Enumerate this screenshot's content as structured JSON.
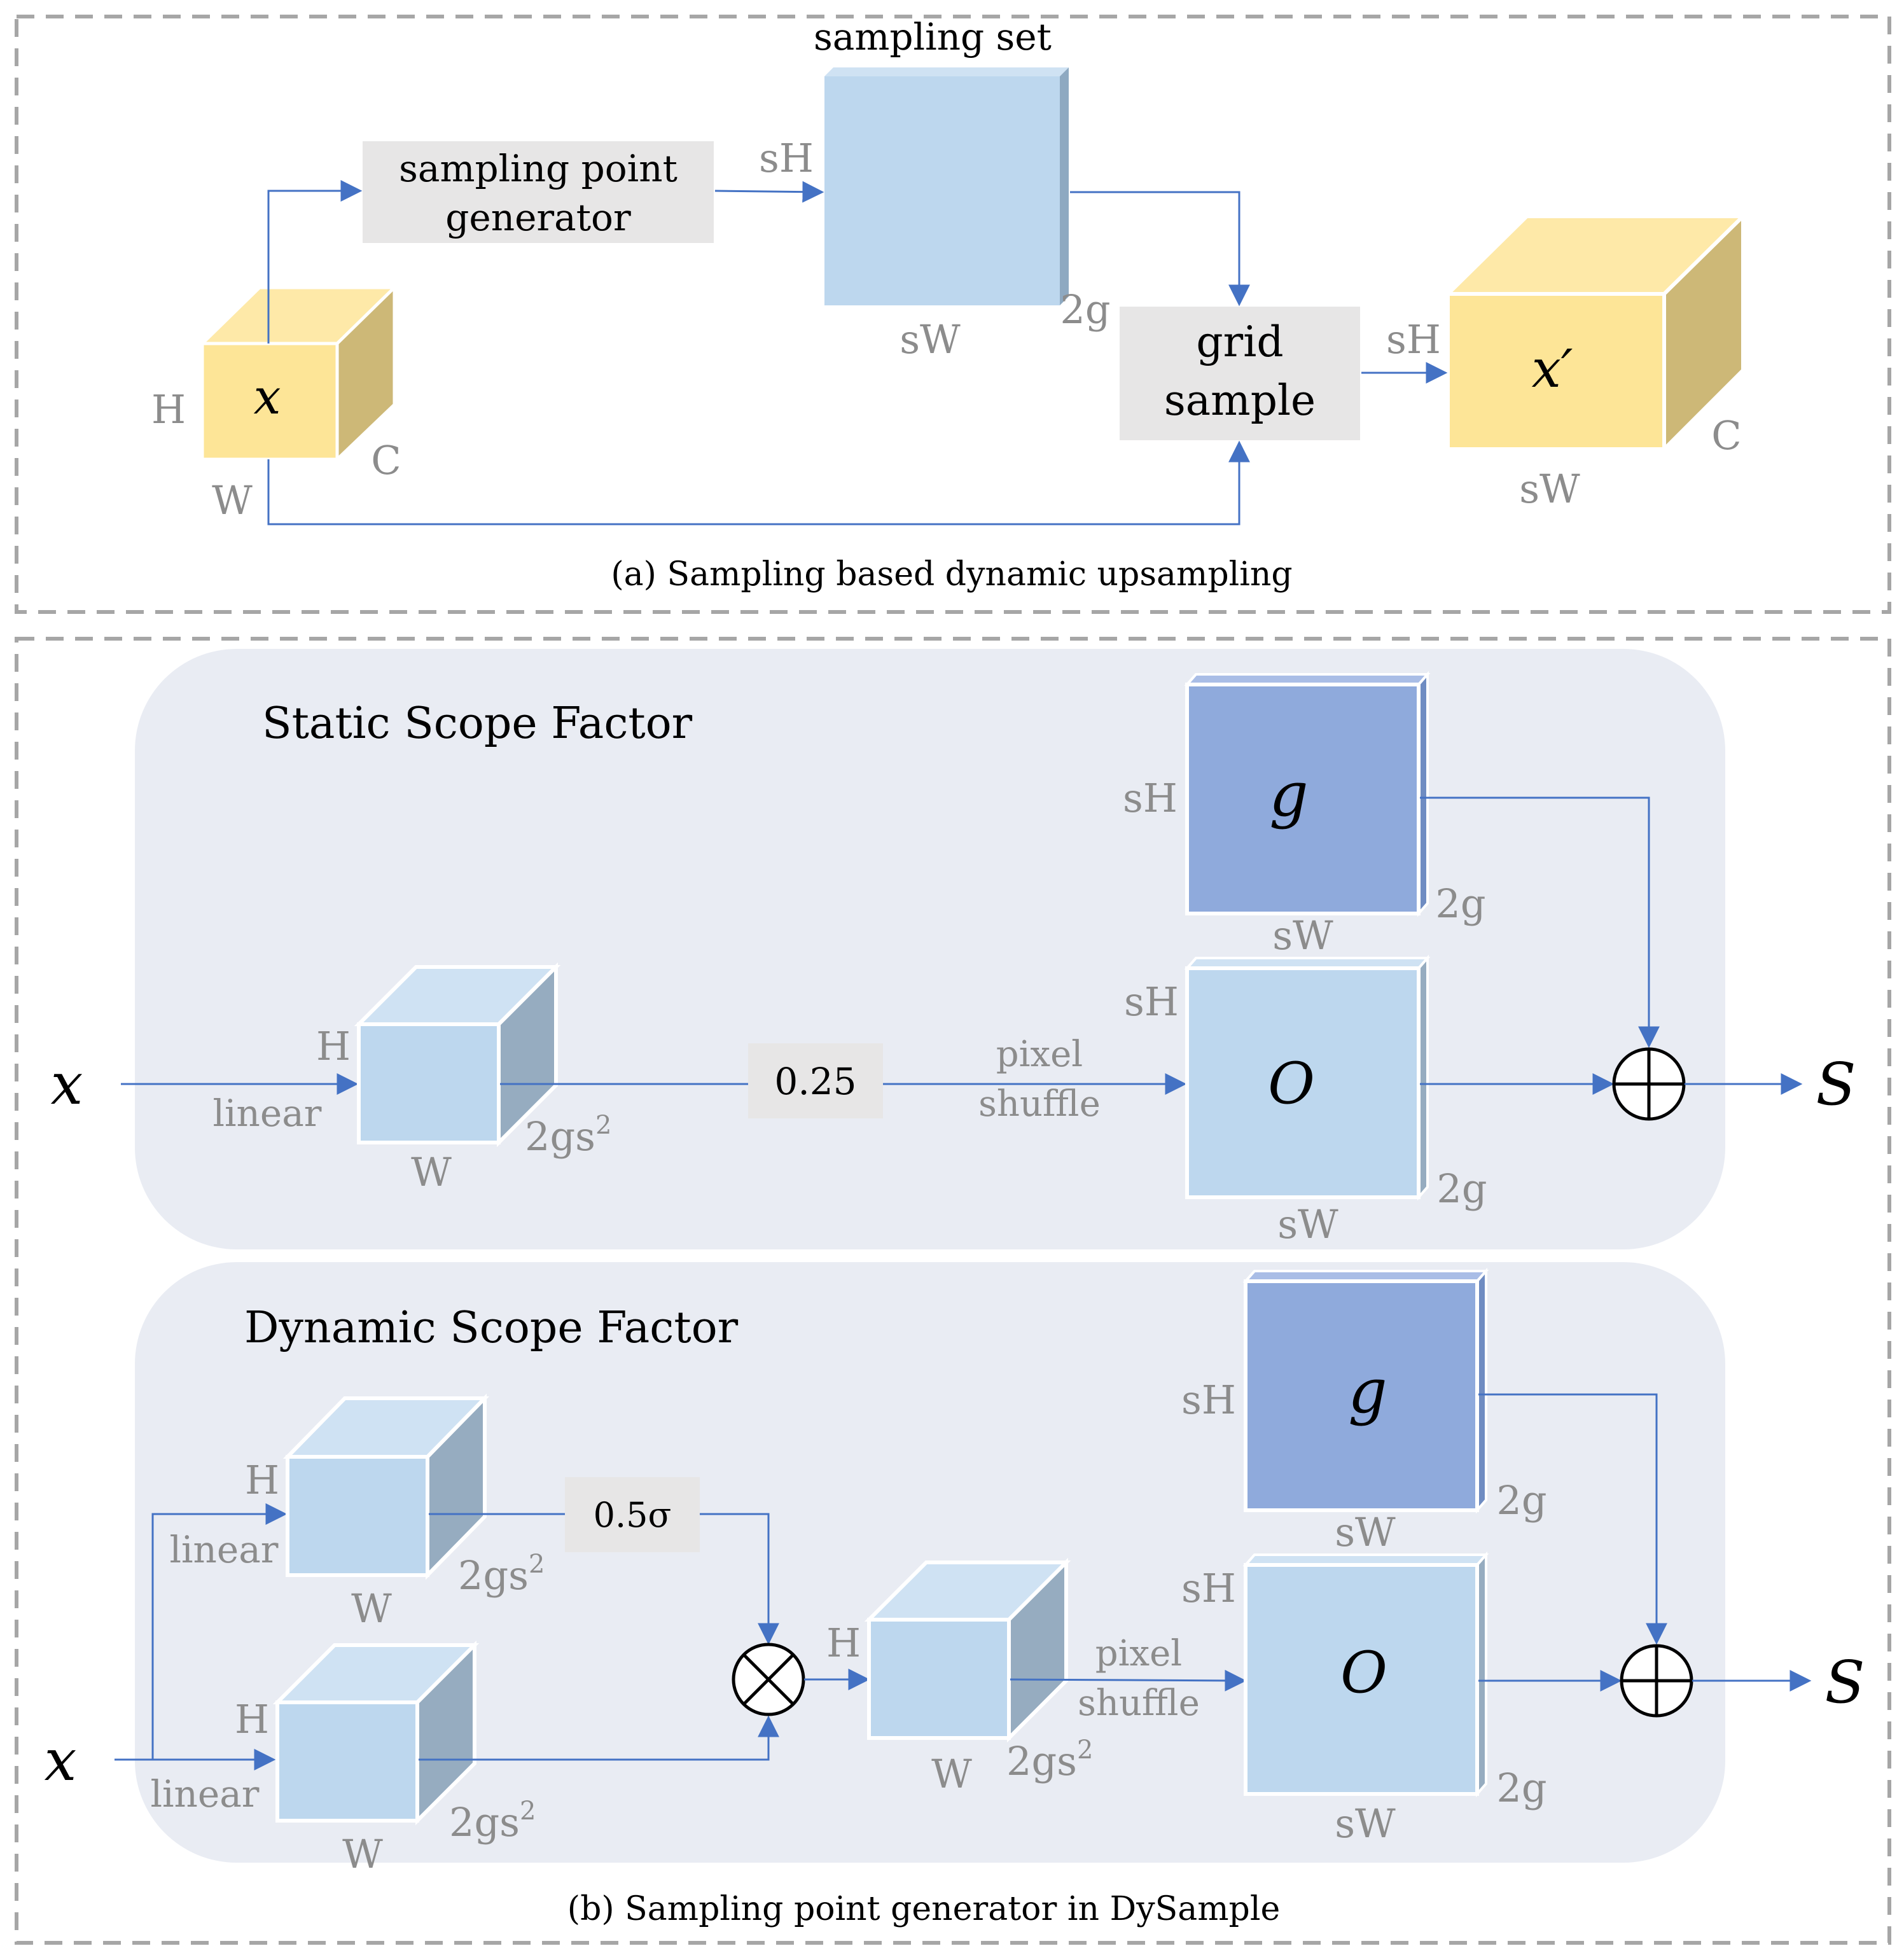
{
  "panel_a": {
    "caption": "(a) Sampling based dynamic upsampling",
    "sampling_set_label": "sampling set",
    "generator_label_line1": "sampling point",
    "generator_label_line2": "generator",
    "grid_sample_line1": "grid",
    "grid_sample_line2": "sample",
    "input_symbol": "x",
    "output_symbol": "x′",
    "dims": {
      "H": "H",
      "W": "W",
      "C": "C",
      "sH": "sH",
      "sW": "sW",
      "2g": "2g"
    }
  },
  "panel_b": {
    "caption": "(b) Sampling point generator in DySample",
    "static": {
      "title": "Static Scope Factor",
      "input_symbol": "x",
      "linear_label": "linear",
      "factor_label": "0.25",
      "pixel_shuffle_line1": "pixel",
      "pixel_shuffle_line2": "shuffle",
      "g_symbol": "g",
      "o_symbol": "O",
      "output_symbol": "S",
      "dims": {
        "H": "H",
        "W": "W",
        "2gs2": "2gs",
        "sup": "2",
        "sH": "sH",
        "sW": "sW",
        "2g": "2g"
      }
    },
    "dynamic": {
      "title": "Dynamic Scope Factor",
      "input_symbol": "x",
      "linear_label": "linear",
      "factor_label": "0.5σ",
      "pixel_shuffle_line1": "pixel",
      "pixel_shuffle_line2": "shuffle",
      "g_symbol": "g",
      "o_symbol": "O",
      "output_symbol": "S",
      "dims": {
        "H": "H",
        "W": "W",
        "2gs2": "2gs",
        "sup": "2",
        "sH": "sH",
        "sW": "sW",
        "2g": "2g"
      }
    }
  },
  "colors": {
    "arrow": "#4472c4",
    "feature_yellow": "#fde597",
    "feature_yellow_top": "#fee9a8",
    "feature_yellow_side": "#cdb877",
    "sampling_set_blue": "#bdd7ee",
    "block_dark_blue": "#8faadc",
    "gray_box": "#e7e6e6",
    "panel_bg": "#e9ecf3",
    "dashed_border": "#a6a6a6",
    "label_gray": "#8c8c8c"
  }
}
